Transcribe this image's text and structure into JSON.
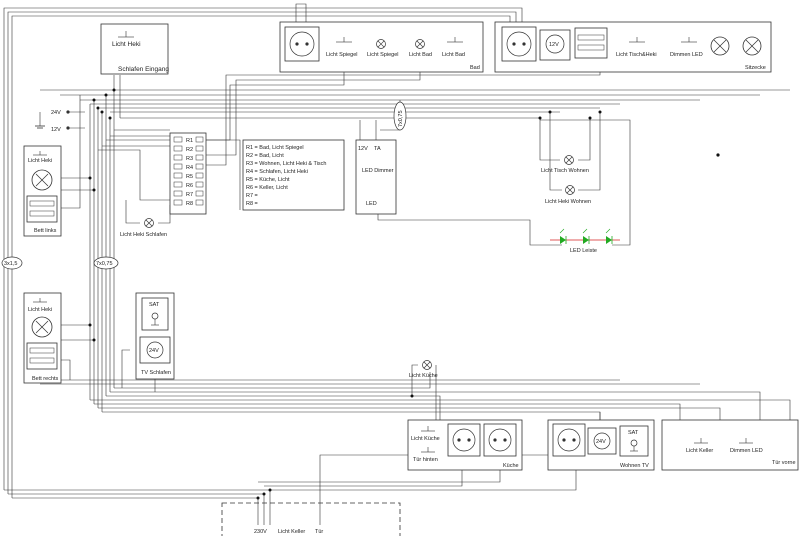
{
  "labels": {
    "schlafen_eingang": "Schlafen Eingang",
    "licht_heki_top": "Licht Heki",
    "bad": "Bad",
    "licht_spiegel": "Licht Spiegel",
    "licht_spiegel2": "Licht Spiegel",
    "licht_bad": "Licht Bad",
    "licht_bad2": "Licht Bad",
    "sitzecke": "Sitzecke",
    "licht_tisch_heki": "Licht Tisch&Heki",
    "dimmen_led_top": "Dimmen LED",
    "v24": "24V",
    "v12": "12V",
    "led_12v": "12V",
    "ta": "TA",
    "led_dimmer": "LED Dimmer",
    "led": "LED",
    "cable_7x075_a": "7x0,75",
    "cable_3x15": "3x1,5",
    "cable_7x075_b": "7x0,75",
    "licht_tisch_wohnen": "Licht Tisch Wohnen",
    "licht_heki_wohnen": "Licht Heki Wohnen",
    "led_leiste": "LED Leiste",
    "licht_heki_left": "Licht Heki",
    "bett_links": "Bett links",
    "licht_heki_schlafen": "Licht Heki Schlafen",
    "licht_heki_left2": "Licht Heki",
    "bett_rechts": "Bett rechts",
    "sat_left": "SAT",
    "v24_tv": "24V",
    "tv_schlafen": "TV Schlafen",
    "licht_kueche": "Licht Küche",
    "licht_kueche2": "Licht Küche",
    "tuer_hinten": "Tür hinten",
    "kueche": "Küche",
    "v24_wohnen": "24V",
    "sat_right": "SAT",
    "wohnen_tv": "Wohnen TV",
    "licht_keller": "Licht Keller",
    "dimmen_led_right": "Dimmen LED",
    "tuer_vorne": "Tür vorne",
    "bottom_230v": "230V",
    "bottom_licht_keller": "Licht Keller",
    "bottom_tuer": "Tür"
  },
  "relays": [
    "R1",
    "R2",
    "R3",
    "R4",
    "R5",
    "R6",
    "R7",
    "R8"
  ],
  "relay_legend": [
    "R1 = Bad, Licht Spiegel",
    "R2 = Bad, Licht",
    "R3 = Wohnen, Licht Heki & Tisch",
    "R4 = Schlafen, Licht Heki",
    "R5 = Küche, Licht",
    "R6 = Keller, Licht",
    "R7 =",
    "R8 ="
  ],
  "colors": {
    "black": "#1a1a1a",
    "grey": "#8a8a8a",
    "blue": "#3a7dd8",
    "brown": "#a0522d",
    "red": "#d42020",
    "purple": "#9b59b6",
    "orange": "#e08a2a",
    "green": "#2a9a2a",
    "led": "#22aa22"
  }
}
